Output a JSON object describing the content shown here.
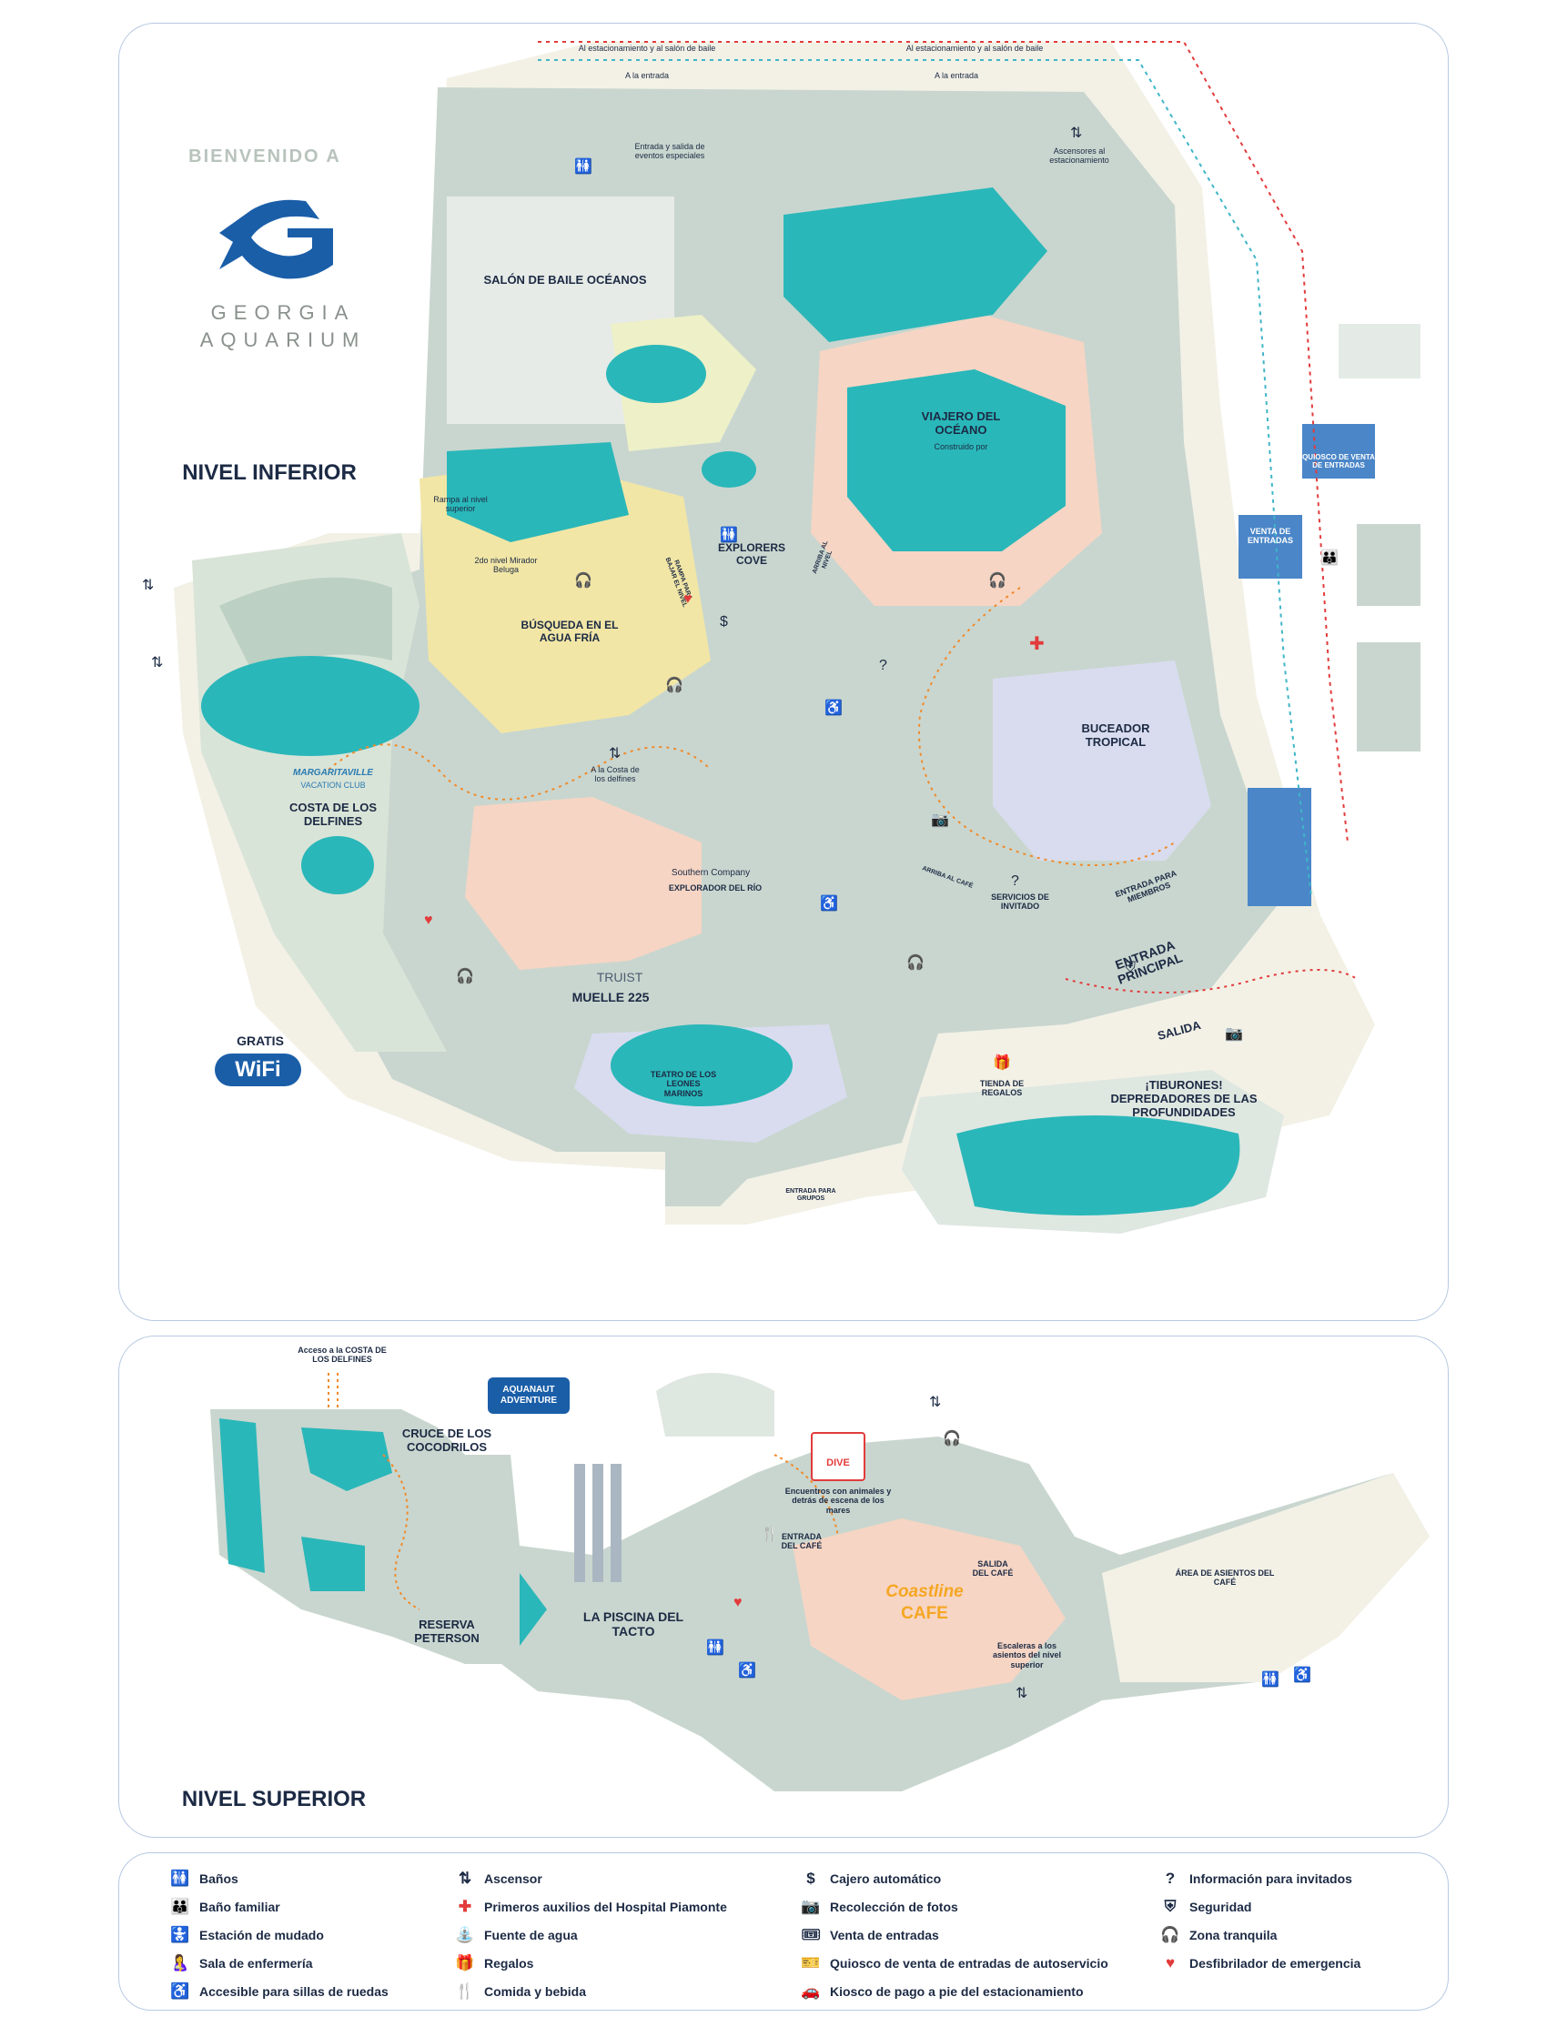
{
  "header": {
    "welcome": "BIENVENIDO A",
    "brand_line1": "GEORGIA",
    "brand_line2": "AQUARIUM",
    "logo_letter": "G"
  },
  "colors": {
    "navy": "#1c2a44",
    "teal": "#2ab7b9",
    "land": "#c9d6cf",
    "path": "#f3f1e6",
    "peach": "#f6d5c4",
    "yellow": "#f2e6a6",
    "lavender": "#d9dcef",
    "route_orange": "#f08a2a",
    "route_red": "#e23b3b",
    "blue_block": "#4a86c8"
  },
  "levels": {
    "lower": "NIVEL INFERIOR",
    "upper": "NIVEL SUPERIOR"
  },
  "wifi": {
    "free": "GRATIS",
    "label": "WiFi"
  },
  "top_routes": {
    "parking_ballroom": "Al estacionamiento y al salón de baile",
    "entrance": "A la entrada",
    "events_entrance": "Entrada y salida de eventos especiales",
    "parking_elevators": "Ascensores al estacionamiento"
  },
  "lower_map": {
    "ballroom": "SALÓN DE BAILE OCÉANOS",
    "ocean_voyager": "VIAJERO DEL OCÉANO",
    "ocean_voyager_sub": "Construido por",
    "ticket_kiosk": "QUIOSCO DE VENTA DE ENTRADAS",
    "ticket_sales": "VENTA DE ENTRADAS",
    "ramp_upper": "Rampa al nivel superior",
    "beluga_second": "2do nivel Mirador Beluga",
    "cold_water": "BÚSQUEDA EN EL AGUA FRÍA",
    "explorers_cove": "EXPLORERS COVE",
    "dolphin_vacation": "MARGARITAVILLE",
    "dolphin_vacation_sub": "VACATION CLUB",
    "dolphin_coast": "COSTA DE LOS DELFINES",
    "to_dolphin_coast": "A la Costa de los delfines",
    "southern_company": "Southern Company",
    "river_scout": "EXPLORADOR DEL RÍO",
    "tropical_diver": "BUCEADOR TROPICAL",
    "guest_services": "SERVICIOS DE INVITADO",
    "members_entrance": "ENTRADA PARA MIEMBROS",
    "main_entrance": "ENTRADA PRINCIPAL",
    "up_cafe": "ARRIBA AL CAFÉ",
    "exit": "SALIDA",
    "gift_shop": "TIENDA DE REGALOS",
    "sharks": "¡TIBURONES! DEPREDADORES DE LAS PROFUNDIDADES",
    "truist": "TRUIST",
    "pier": "MUELLE 225",
    "sea_lion_theater": "TEATRO DE LOS LEONES MARINOS",
    "group_entrance": "ENTRADA PARA GRUPOS",
    "ramp_down": "RAMPA PARA BAJAR EL NIVEL",
    "ramp_up": "ARRIBA AL NIVEL"
  },
  "upper_map": {
    "dolphin_access": "Acceso a la COSTA DE LOS DELFINES",
    "aquanaut": "AQUANAUT ADVENTURE",
    "crocodiles": "CRUCE DE LOS COCODRILOS",
    "peterson": "RESERVA PETERSON",
    "touch_pool": "LA PISCINA DEL TACTO",
    "dive": "DIVE",
    "dive_sub": "Encuentros con animales y detrás de escena de los mares",
    "cafe_entrance": "ENTRADA DEL CAFÉ",
    "cafe_exit": "SALIDA DEL CAFÉ",
    "cafe_line1": "Coastline",
    "cafe_line2": "CAFE",
    "stairs": "Escaleras a los asientos del nivel superior",
    "seating": "ÁREA DE ASIENTOS DEL CAFÉ"
  },
  "legend": [
    {
      "icon": "restroom-icon",
      "glyph": "🚻",
      "label": "Baños"
    },
    {
      "icon": "family-restroom-icon",
      "glyph": "👪",
      "label": "Baño familiar"
    },
    {
      "icon": "changing-station-icon",
      "glyph": "🚼",
      "label": "Estación de mudado"
    },
    {
      "icon": "nursing-room-icon",
      "glyph": "🤱",
      "label": "Sala de enfermería"
    },
    {
      "icon": "wheelchair-icon",
      "glyph": "♿",
      "label": "Accesible para sillas de ruedas"
    },
    {
      "icon": "elevator-icon",
      "glyph": "⇅",
      "label": "Ascensor"
    },
    {
      "icon": "first-aid-icon",
      "glyph": "✚",
      "label": "Primeros auxilios del Hospital Piamonte"
    },
    {
      "icon": "water-fountain-icon",
      "glyph": "⛲",
      "label": "Fuente de agua"
    },
    {
      "icon": "gifts-icon",
      "glyph": "🎁",
      "label": "Regalos"
    },
    {
      "icon": "food-drink-icon",
      "glyph": "🍴",
      "label": "Comida y bebida"
    },
    {
      "icon": "atm-icon",
      "glyph": "$",
      "label": "Cajero automático"
    },
    {
      "icon": "photo-icon",
      "glyph": "📷",
      "label": "Recolección de fotos"
    },
    {
      "icon": "tickets-icon",
      "glyph": "🎟",
      "label": "Venta de entradas"
    },
    {
      "icon": "self-service-kiosk-icon",
      "glyph": "🎫",
      "label": "Quiosco de venta de entradas de autoservicio"
    },
    {
      "icon": "parking-kiosk-icon",
      "glyph": "🚗",
      "label": "Kiosco de pago a pie del estacionamiento"
    },
    {
      "icon": "guest-info-icon",
      "glyph": "?",
      "label": "Información para invitados"
    },
    {
      "icon": "security-icon",
      "glyph": "⛨",
      "label": "Seguridad"
    },
    {
      "icon": "quiet-zone-icon",
      "glyph": "🎧",
      "label": "Zona tranquila"
    },
    {
      "icon": "aed-icon",
      "glyph": "♥",
      "label": "Desfibrilador de emergencia"
    }
  ]
}
